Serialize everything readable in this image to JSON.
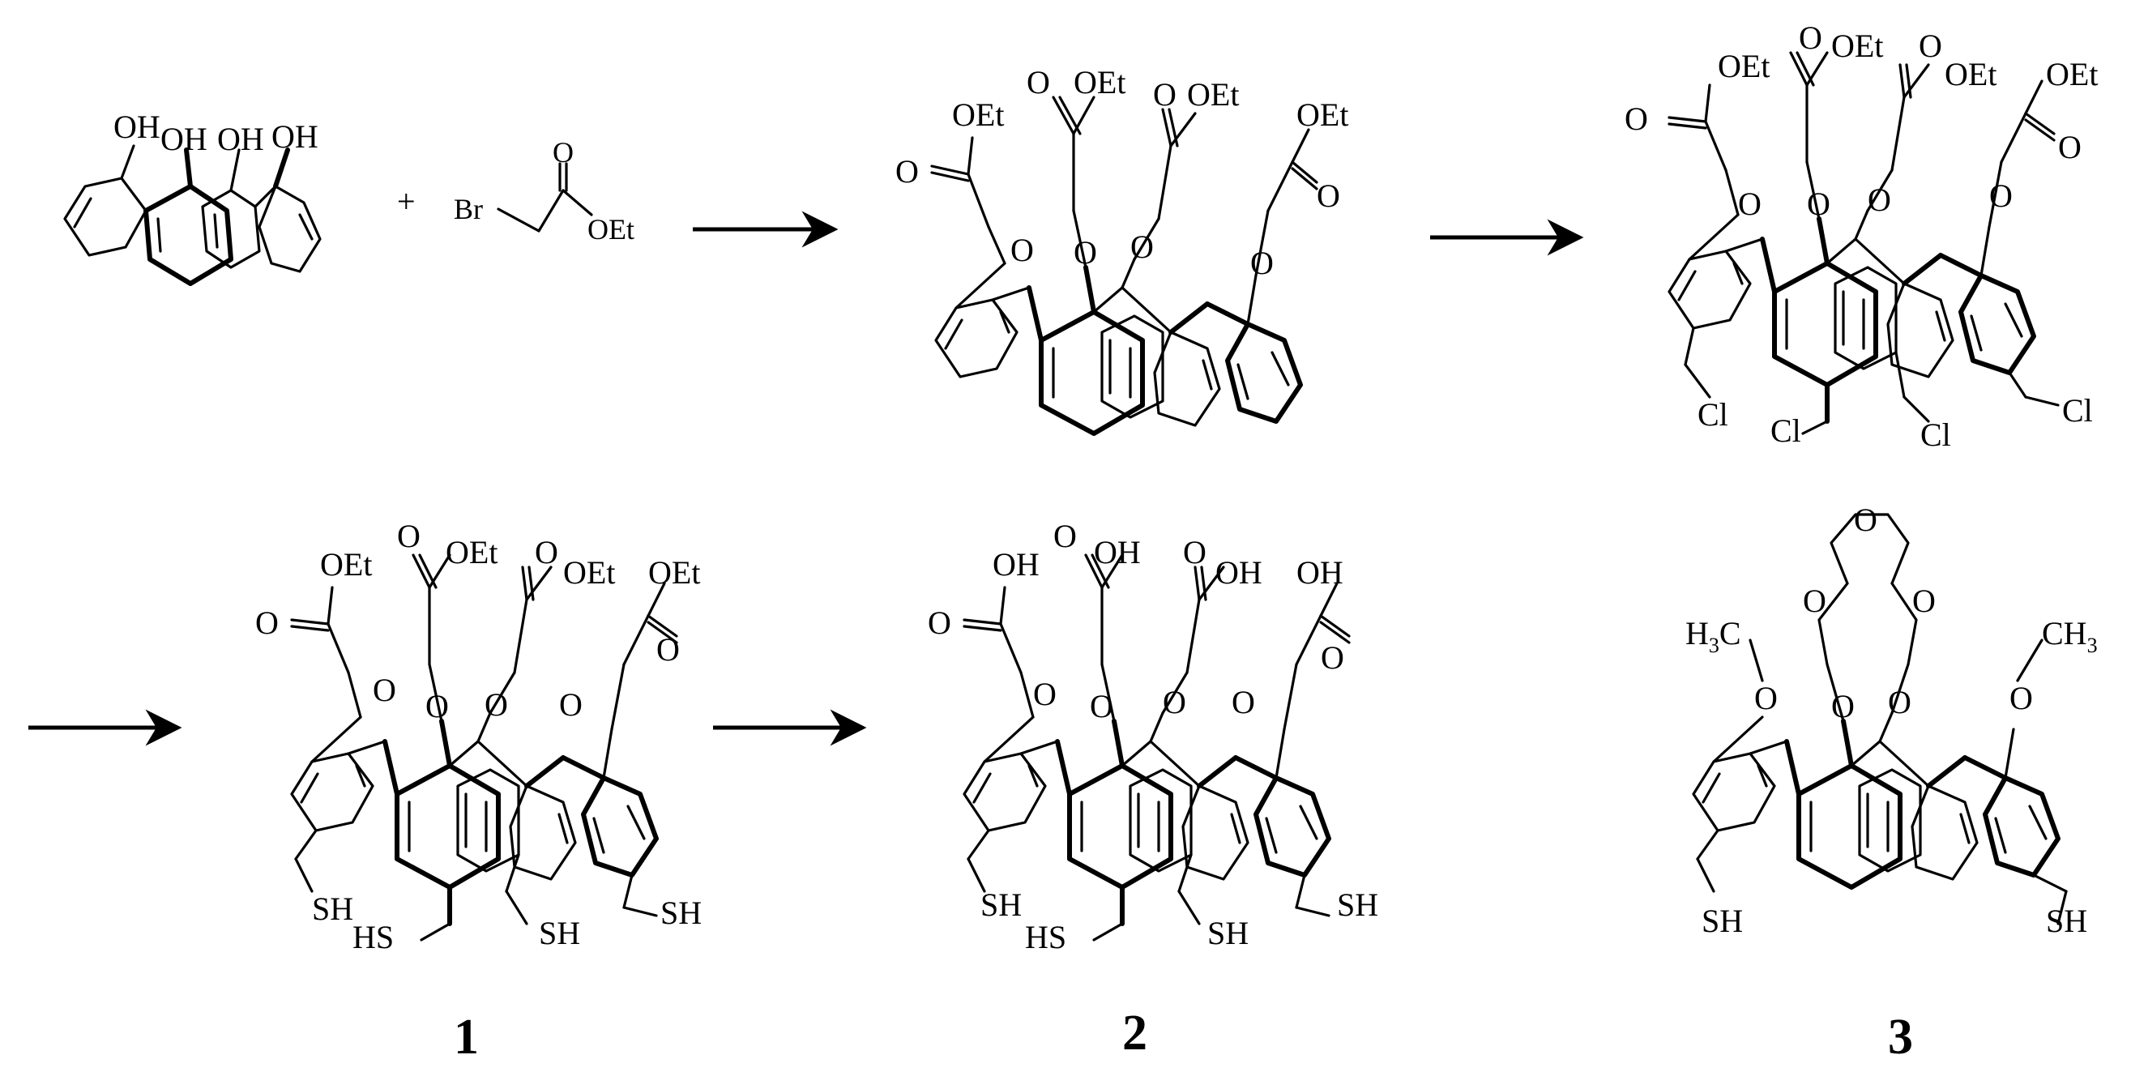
{
  "scheme": {
    "reagent": {
      "plus": "+",
      "br": "Br",
      "o": "O",
      "oet": "OEt"
    },
    "labels": {
      "oh": "OH",
      "o": "O",
      "oet": "OEt",
      "cl": "Cl",
      "sh": "SH",
      "hs": "HS",
      "h3c": "H",
      "h3c_sub": "3",
      "h3c_c": "C",
      "ch3": "CH",
      "ch3_sub": "3"
    },
    "compounds": [
      "1",
      "2",
      "3"
    ],
    "arrow_count": 4,
    "colors": {
      "ink": "#000000",
      "background": "#ffffff"
    }
  }
}
